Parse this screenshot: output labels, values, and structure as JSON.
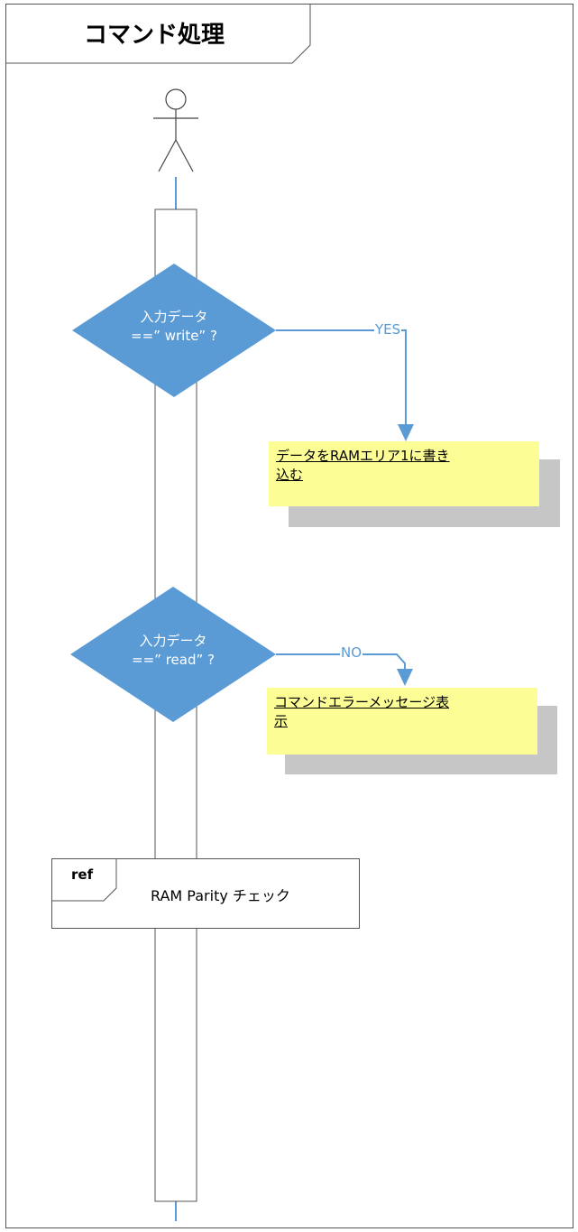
{
  "title": "コマンド処理",
  "decisions": [
    {
      "line1": "入力データ",
      "line2": "==” write” ?",
      "branch_label": "YES"
    },
    {
      "line1": "入力データ",
      "line2": "==” read” ?",
      "branch_label": "NO"
    }
  ],
  "actions": [
    {
      "line1": "データをRAMエリア1に書き",
      "line2": "込む"
    },
    {
      "line1": "コマンドエラーメッセージ表",
      "line2": "示"
    }
  ],
  "ref": {
    "label": "ref",
    "title": "RAM Parity チェック"
  },
  "colors": {
    "diamond": "#5b9bd5",
    "arrow": "#5b9bd5",
    "note": "#fdfd96",
    "note_shadow": "#c6c6c6"
  }
}
